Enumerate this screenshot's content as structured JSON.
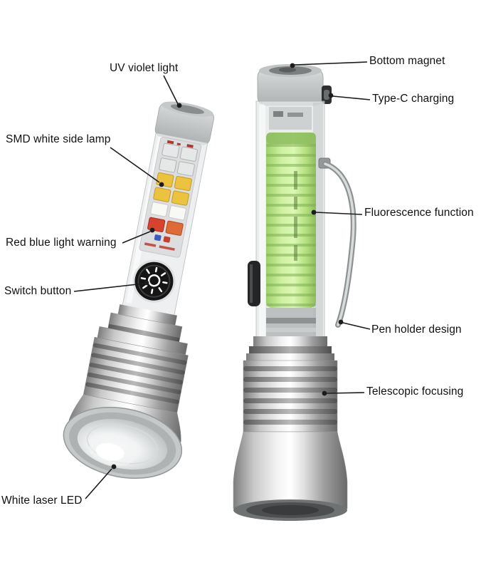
{
  "scene": {
    "background": "#ffffff",
    "description": "Flashlight product feature annotation diagram with two flashlights"
  },
  "callouts": {
    "uv_violet_light": {
      "label": "UV violet light"
    },
    "bottom_magnet": {
      "label": "Bottom magnet"
    },
    "type_c_charging": {
      "label": "Type-C charging"
    },
    "smd_white_side_lamp": {
      "label": "SMD white side lamp"
    },
    "fluorescence_function": {
      "label": "Fluorescence function"
    },
    "red_blue_light_warning": {
      "label": "Red blue light warning"
    },
    "switch_button": {
      "label": "Switch button"
    },
    "pen_holder_design": {
      "label": "Pen holder design"
    },
    "telescopic_focusing": {
      "label": "Telescopic focusing"
    },
    "white_laser_led": {
      "label": "White laser LED"
    }
  },
  "colors": {
    "line": "#1c1c1c",
    "text": "#111111",
    "fluorescent_green": "#c9ef9d",
    "green_rib": "#7aa94e",
    "led_yellow": "#ecc33d",
    "led_white": "#f8f8f4",
    "led_red": "#d8432e",
    "led_orange": "#e06a35",
    "led_blue": "#3a5ec0",
    "switch_black": "#151515",
    "chrome_light": "#f2f2f2",
    "chrome_dark": "#6a6a6a"
  }
}
